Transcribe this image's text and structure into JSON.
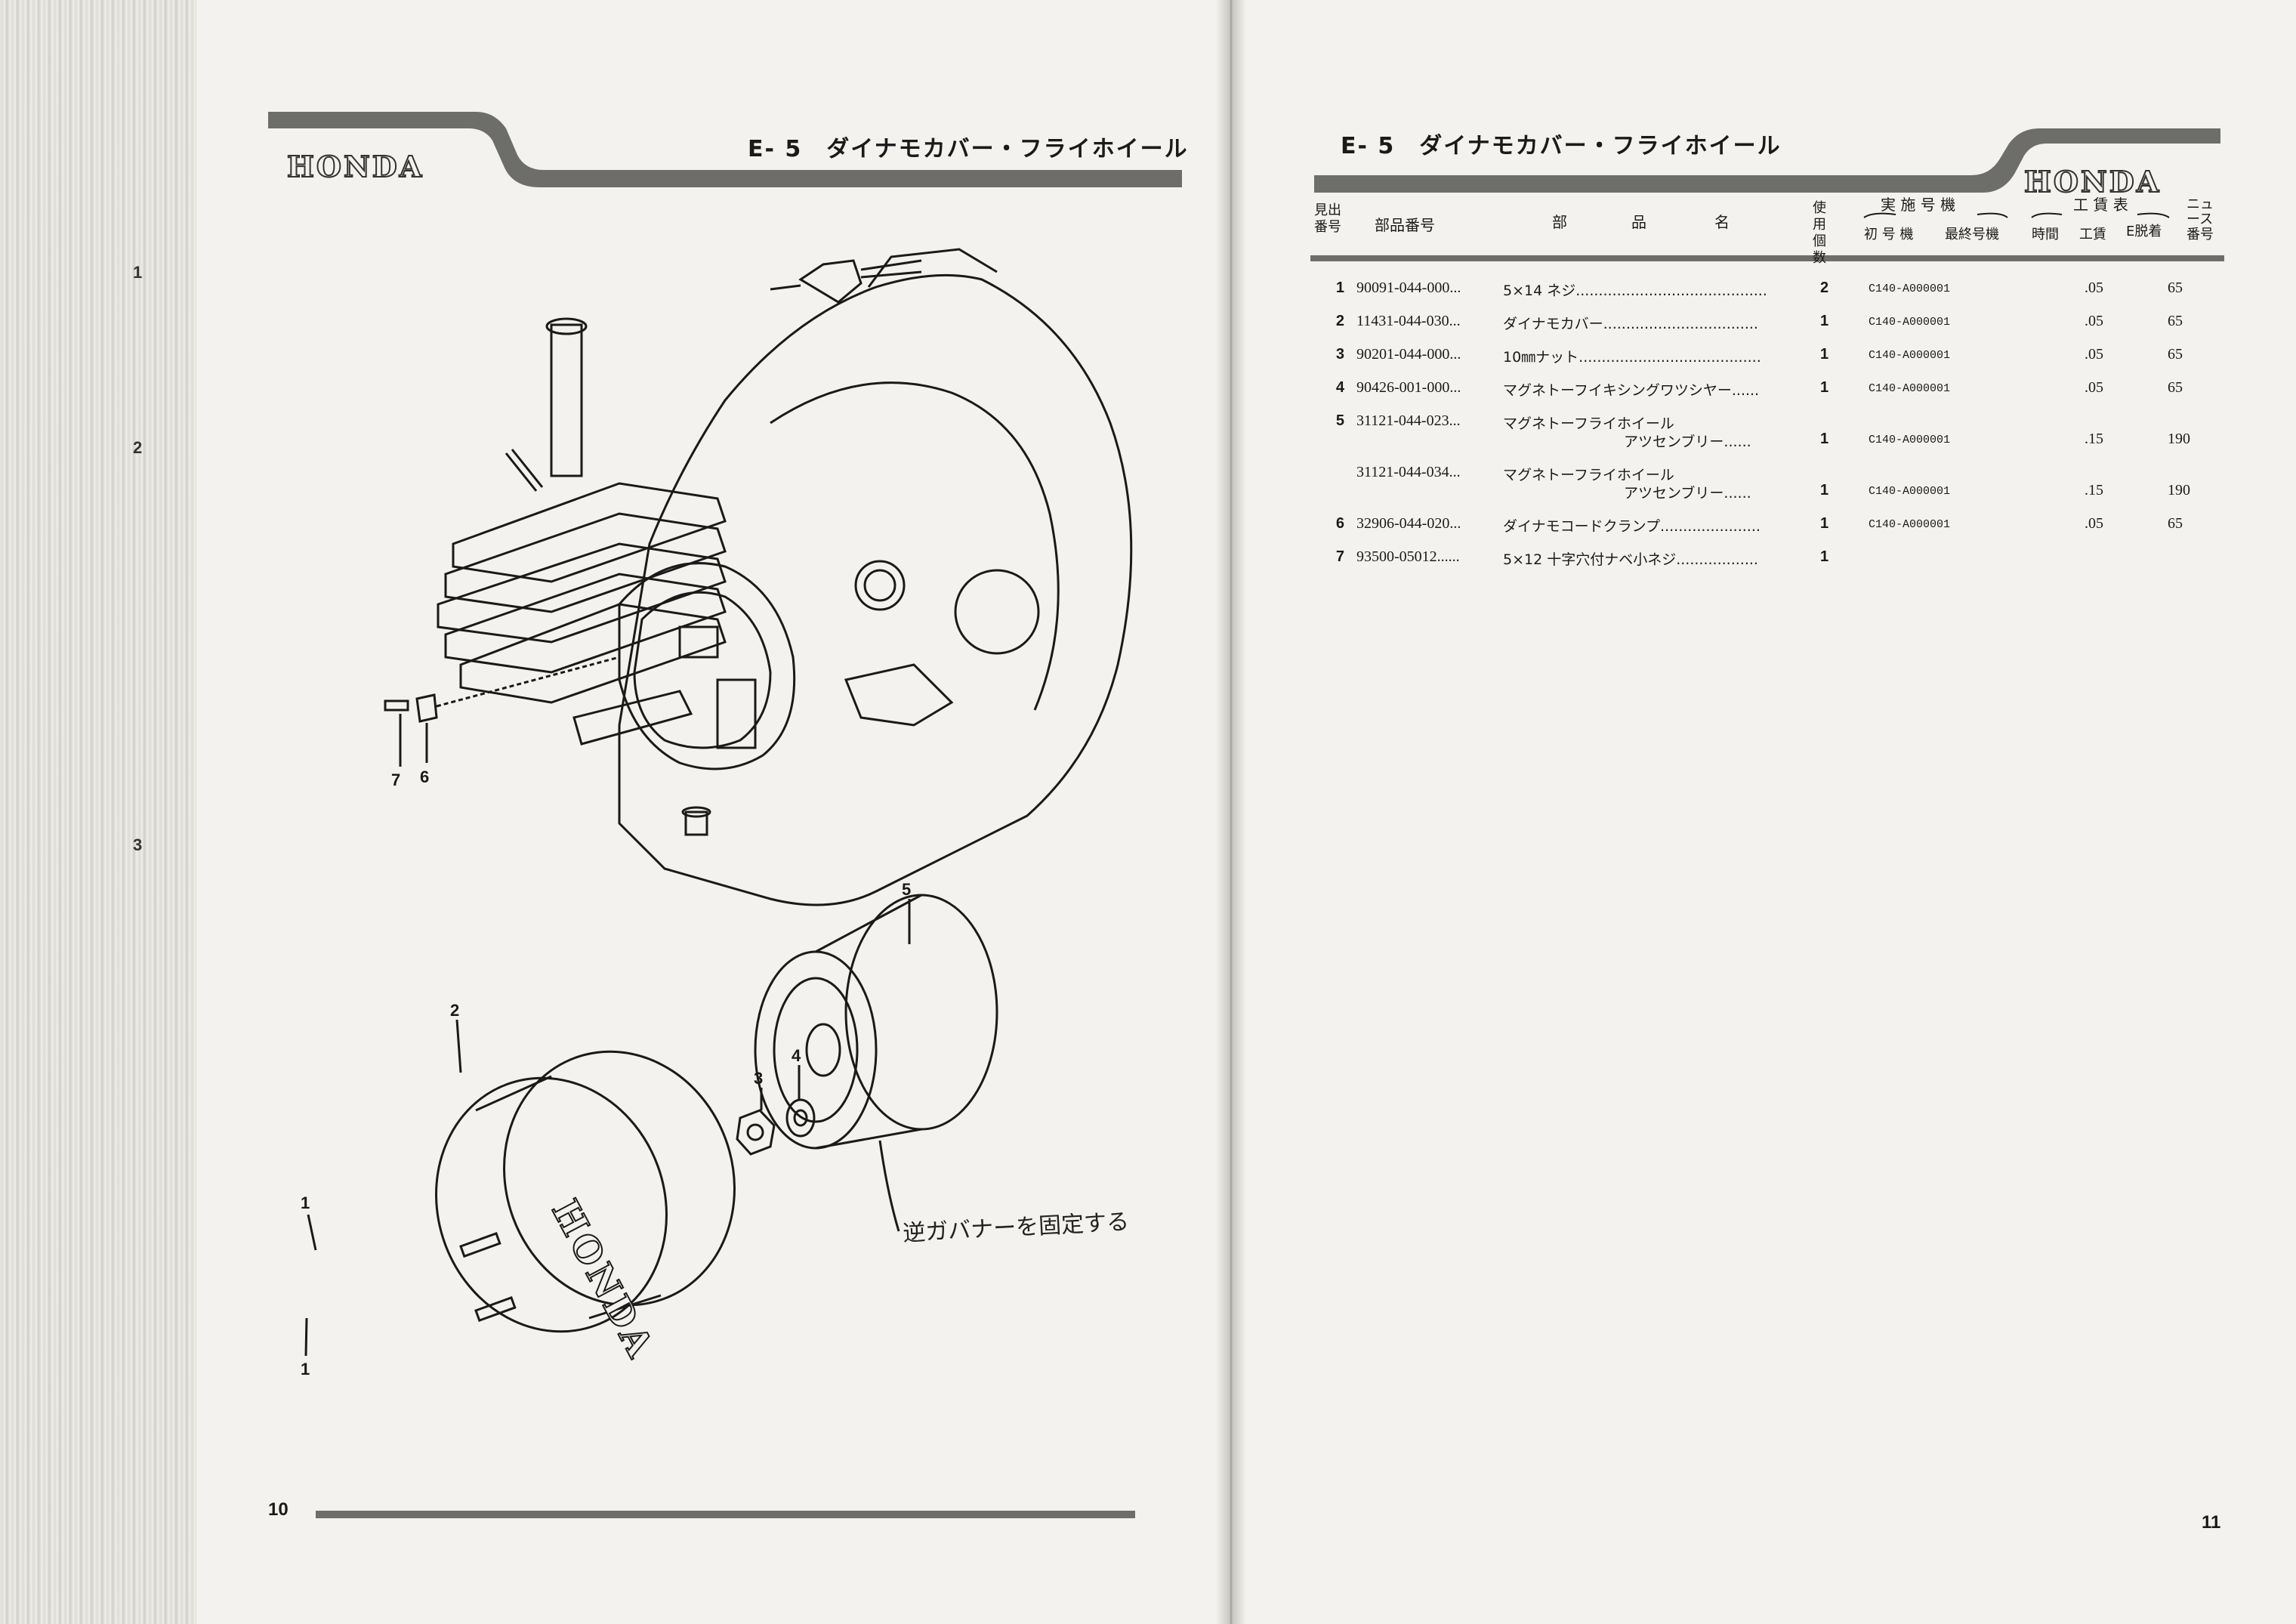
{
  "edge_numbers": [
    "1",
    "2",
    "3"
  ],
  "left_page": {
    "brand": "HONDA",
    "section_title": "E- 5　ダイナモカバー・フライホイール",
    "page_number": "10",
    "callouts": {
      "c1a": "1",
      "c1b": "1",
      "c2": "2",
      "c3": "3",
      "c4": "4",
      "c5": "5",
      "c6": "6",
      "c7": "7"
    },
    "cover_brand": "HONDA",
    "handwritten_note": "逆ガバナーを固定する"
  },
  "right_page": {
    "section_title": "E- 5　ダイナモカバー・フライホイール",
    "brand": "HONDA",
    "page_number": "11",
    "headers": {
      "index": "見出\n番号",
      "part_number": "部品番号",
      "part_name_1": "部",
      "part_name_2": "品",
      "part_name_3": "名",
      "quantity": "使用\n個数",
      "implementation_frame": "実 施 号 機",
      "first_frame": "初 号 機",
      "last_frame": "最終号機",
      "labor_table": "工 賃 表",
      "time": "時間",
      "labor_cost": "工賃",
      "e_removal": "E脱着",
      "news_number_1": "ニュ",
      "news_number_2": "ース",
      "news_number_3": "番号"
    },
    "parts": [
      {
        "index": "1",
        "part_number": "90091-044-000...",
        "name": "5×14 ネジ..........................................",
        "name2": "",
        "qty": "2",
        "first_frame": "C140-A000001",
        "time": ".05",
        "cost": "65"
      },
      {
        "index": "2",
        "part_number": "11431-044-030...",
        "name": "ダイナモカバー..................................",
        "name2": "",
        "qty": "1",
        "first_frame": "C140-A000001",
        "time": ".05",
        "cost": "65"
      },
      {
        "index": "3",
        "part_number": "90201-044-000...",
        "name": "10㎜ナット........................................",
        "name2": "",
        "qty": "1",
        "first_frame": "C140-A000001",
        "time": ".05",
        "cost": "65"
      },
      {
        "index": "4",
        "part_number": "90426-001-000...",
        "name": "マグネトーフイキシングワツシヤー......",
        "name2": "",
        "qty": "1",
        "first_frame": "C140-A000001",
        "time": ".05",
        "cost": "65"
      },
      {
        "index": "5",
        "part_number": "31121-044-023...",
        "name": "マグネトーフライホイール",
        "name2": "アツセンブリー......",
        "qty": "1",
        "first_frame": "C140-A000001",
        "time": ".15",
        "cost": "190"
      },
      {
        "index": "",
        "part_number": "31121-044-034...",
        "name": "マグネトーフライホイール",
        "name2": "アツセンブリー......",
        "qty": "1",
        "first_frame": "C140-A000001",
        "time": ".15",
        "cost": "190"
      },
      {
        "index": "6",
        "part_number": "32906-044-020...",
        "name": "ダイナモコードクランプ......................",
        "name2": "",
        "qty": "1",
        "first_frame": "C140-A000001",
        "time": ".05",
        "cost": "65"
      },
      {
        "index": "7",
        "part_number": "93500-05012......",
        "name": "5×12 十字穴付ナベ小ネジ..................",
        "name2": "",
        "qty": "1",
        "first_frame": "",
        "time": "",
        "cost": ""
      }
    ]
  },
  "colors": {
    "paper": "#f3f2ee",
    "ink": "#1a1a1a",
    "band": "#6d6d6a"
  }
}
